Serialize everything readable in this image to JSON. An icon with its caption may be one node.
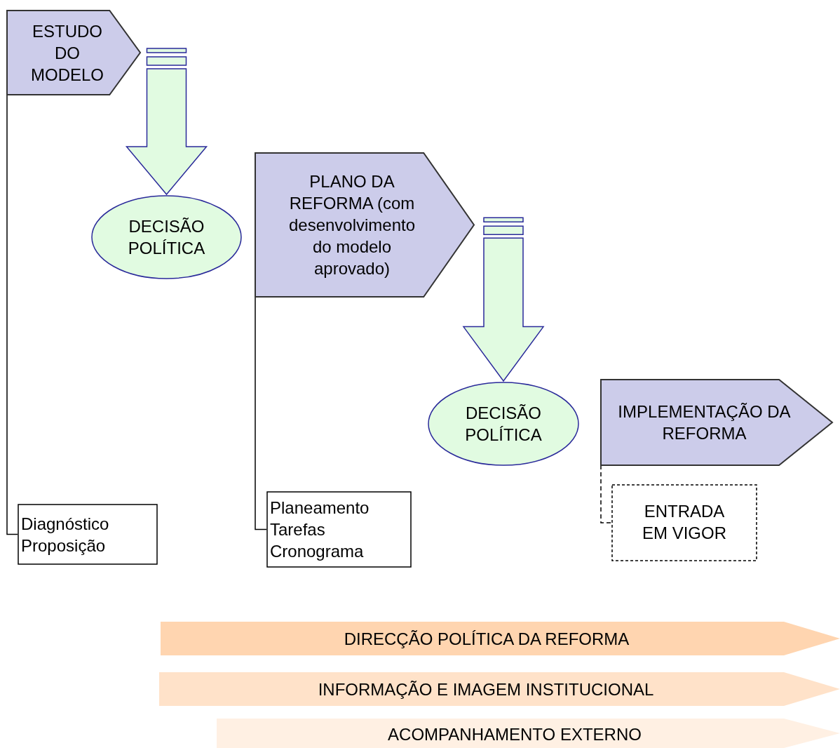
{
  "diagram": {
    "nodes": [
      {
        "text": [
          "ESTUDO DO MODELO"
        ]
      },
      {
        "text": [
          "DECISÃO POLÍTICA"
        ]
      },
      {
        "text": [
          "PLANO DA REFORMA (com desenvolvimento do modelo aprovado)"
        ]
      },
      {
        "text": [
          "DECISÃO POLÍTICA"
        ]
      },
      {
        "text": [
          "IMPLEMENTAÇÃO DA REFORMA"
        ]
      },
      {
        "text": [
          "Diagnóstico",
          "Proposição"
        ]
      },
      {
        "text": [
          "Planeamento",
          "Tarefas",
          "Cronograma"
        ]
      },
      {
        "text": [
          "ENTRADA EM VIGOR"
        ]
      },
      {
        "text": [
          "DIRECÇÃO POLÍTICA DA REFORMA"
        ]
      },
      {
        "text": [
          "INFORMAÇÃO E IMAGEM INSTITUCIONAL"
        ]
      },
      {
        "text": [
          "ACOMPANHAMENTO EXTERNO"
        ]
      }
    ],
    "edges": [
      {
        "from": 0,
        "to": 1,
        "arrow": "to"
      },
      {
        "from": 2,
        "to": 3,
        "arrow": "to"
      },
      {
        "from": 0,
        "to": 5,
        "arrow": "none"
      },
      {
        "from": 2,
        "to": 6,
        "arrow": "none"
      },
      {
        "from": 4,
        "to": 7,
        "arrow": "none",
        "style": "dashed"
      }
    ]
  }
}
